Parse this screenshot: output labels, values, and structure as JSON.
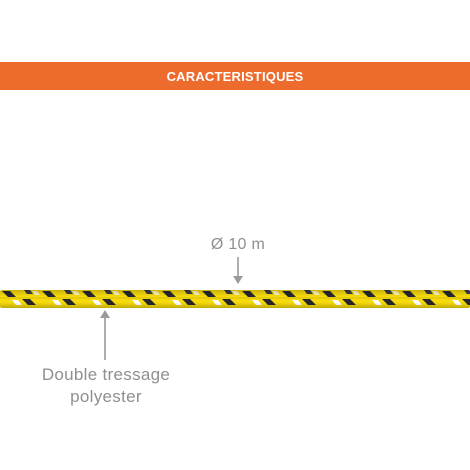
{
  "banner": {
    "title": "CARACTERISTIQUES",
    "color": "#ee6b2e"
  },
  "annotations": {
    "diameter": "Ø 10 m",
    "braid_line1": "Double tressage",
    "braid_line2": "polyester"
  },
  "rope": {
    "colors": [
      "#f5d90a",
      "#26262e",
      "#ffffff"
    ]
  },
  "colors": {
    "annotation_text": "#8f8f8f",
    "arrow": "#9a9a9a"
  }
}
